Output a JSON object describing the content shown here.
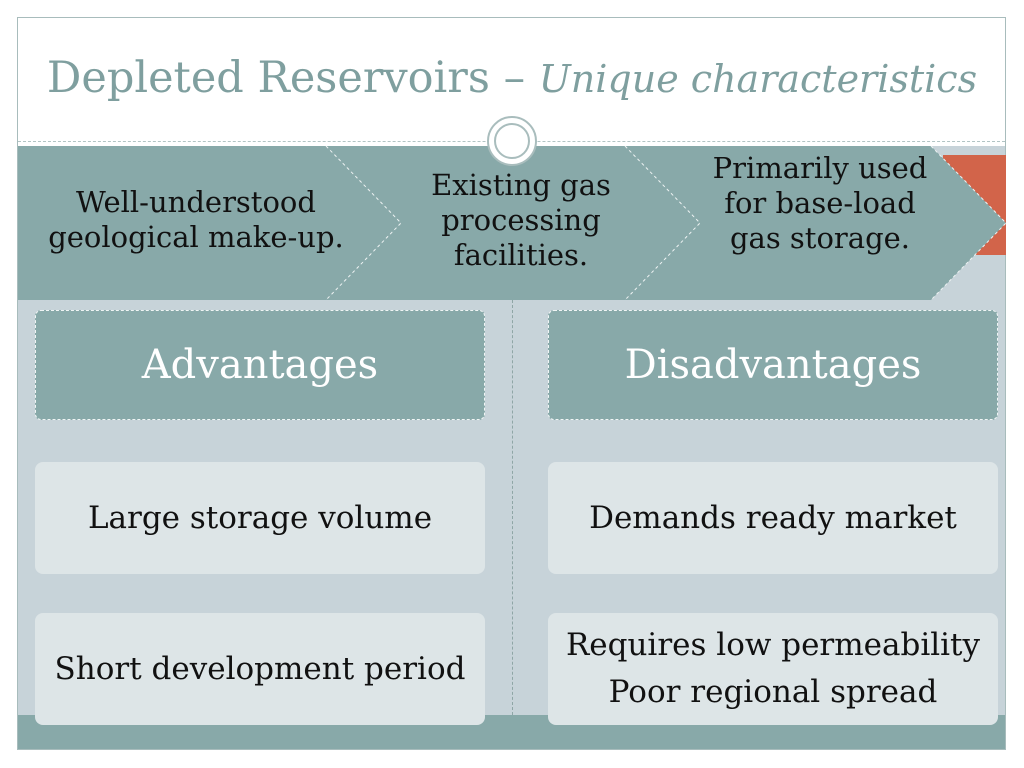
{
  "title": {
    "main": "Depleted Reservoirs –",
    "sub": "Unique characteristics"
  },
  "chevrons": [
    {
      "label": "Well-understood geological make-up."
    },
    {
      "label": "Existing gas processing facilities."
    },
    {
      "label": "Primarily used for base-load gas storage."
    }
  ],
  "advantages": {
    "header": "Advantages",
    "items": [
      {
        "lines": [
          "Large storage volume"
        ]
      },
      {
        "lines": [
          "Short development period"
        ]
      }
    ]
  },
  "disadvantages": {
    "header": "Disadvantages",
    "items": [
      {
        "lines": [
          "Demands ready market"
        ]
      },
      {
        "lines": [
          "Requires low permeability",
          "Poor regional spread"
        ]
      }
    ]
  },
  "colors": {
    "teal": "#88a9a9",
    "title_text": "#7f9f9f",
    "panel_bg": "#c7d3d9",
    "item_bg": "#dde5e7",
    "accent": "#d2644a"
  }
}
